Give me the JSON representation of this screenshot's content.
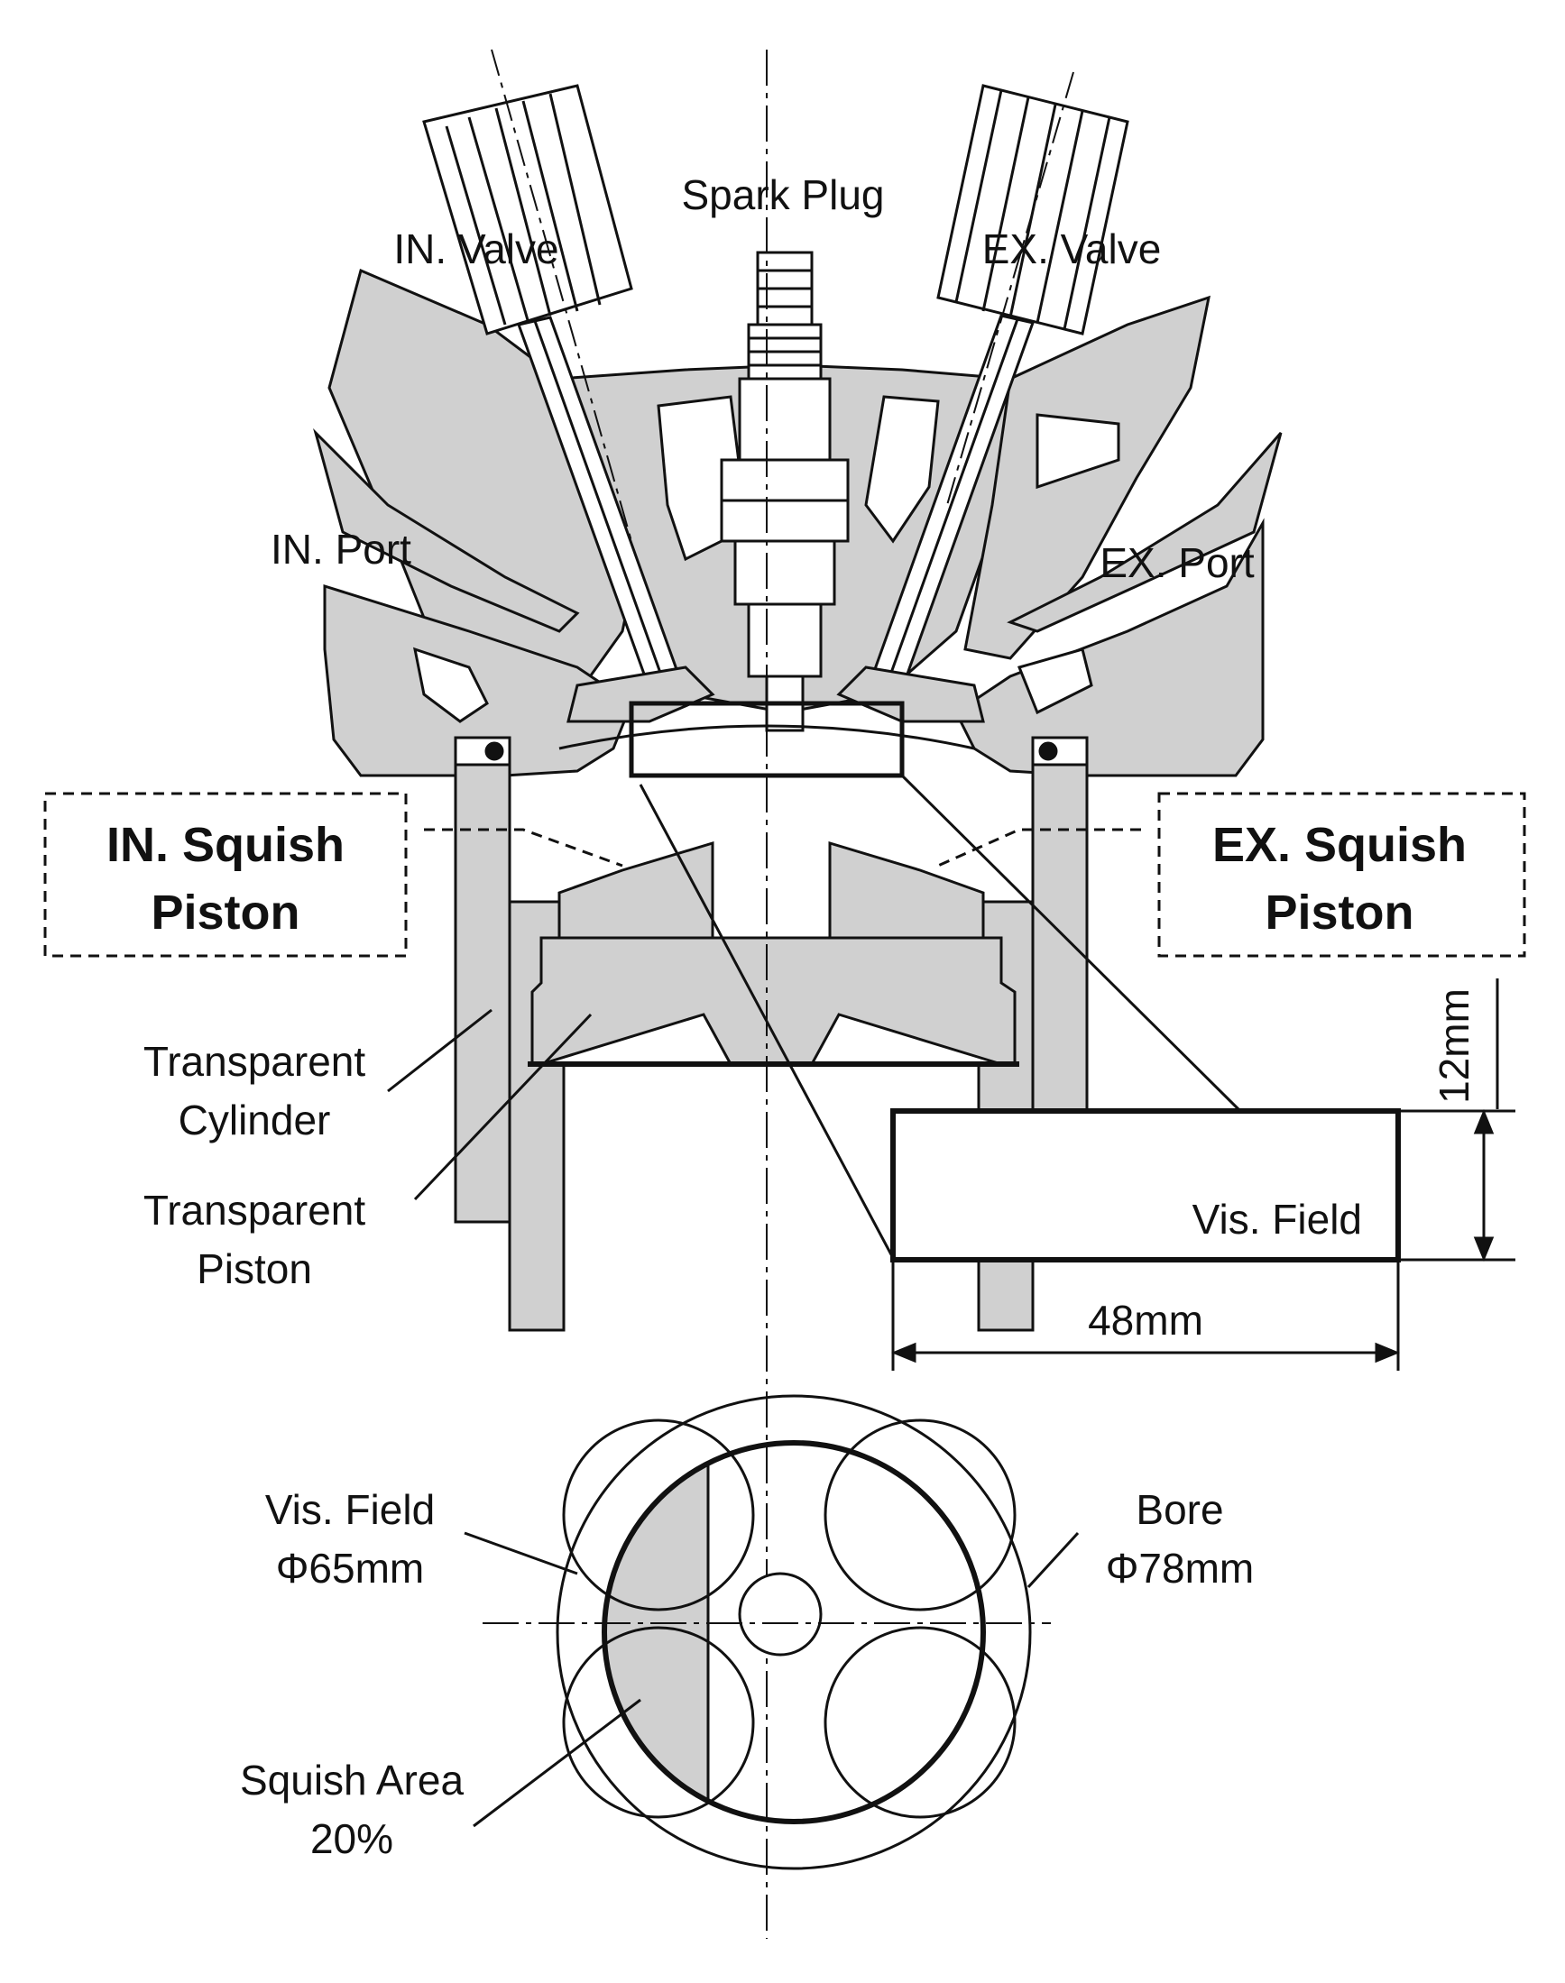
{
  "labels": {
    "spark_plug": "Spark Plug",
    "in_valve": "IN. Valve",
    "ex_valve": "EX. Valve",
    "in_port": "IN. Port",
    "ex_port": "EX. Port",
    "in_squish_line1": "IN. Squish",
    "in_squish_line2": "Piston",
    "ex_squish_line1": "EX. Squish",
    "ex_squish_line2": "Piston",
    "transparent_cylinder_line1": "Transparent",
    "transparent_cylinder_line2": "Cylinder",
    "transparent_piston_line1": "Transparent",
    "transparent_piston_line2": "Piston",
    "vis_field_rect": "Vis. Field",
    "dim_height": "12mm",
    "dim_width": "48mm",
    "vis_field_circle_line1": "Vis. Field",
    "vis_field_circle_line2": "Φ65mm",
    "bore_line1": "Bore",
    "bore_line2": "Φ78mm",
    "squish_area_line1": "Squish Area",
    "squish_area_line2": "20%"
  },
  "colors": {
    "fill_gray": "#d0d0d0",
    "stroke": "#111111",
    "background": "#ffffff"
  }
}
